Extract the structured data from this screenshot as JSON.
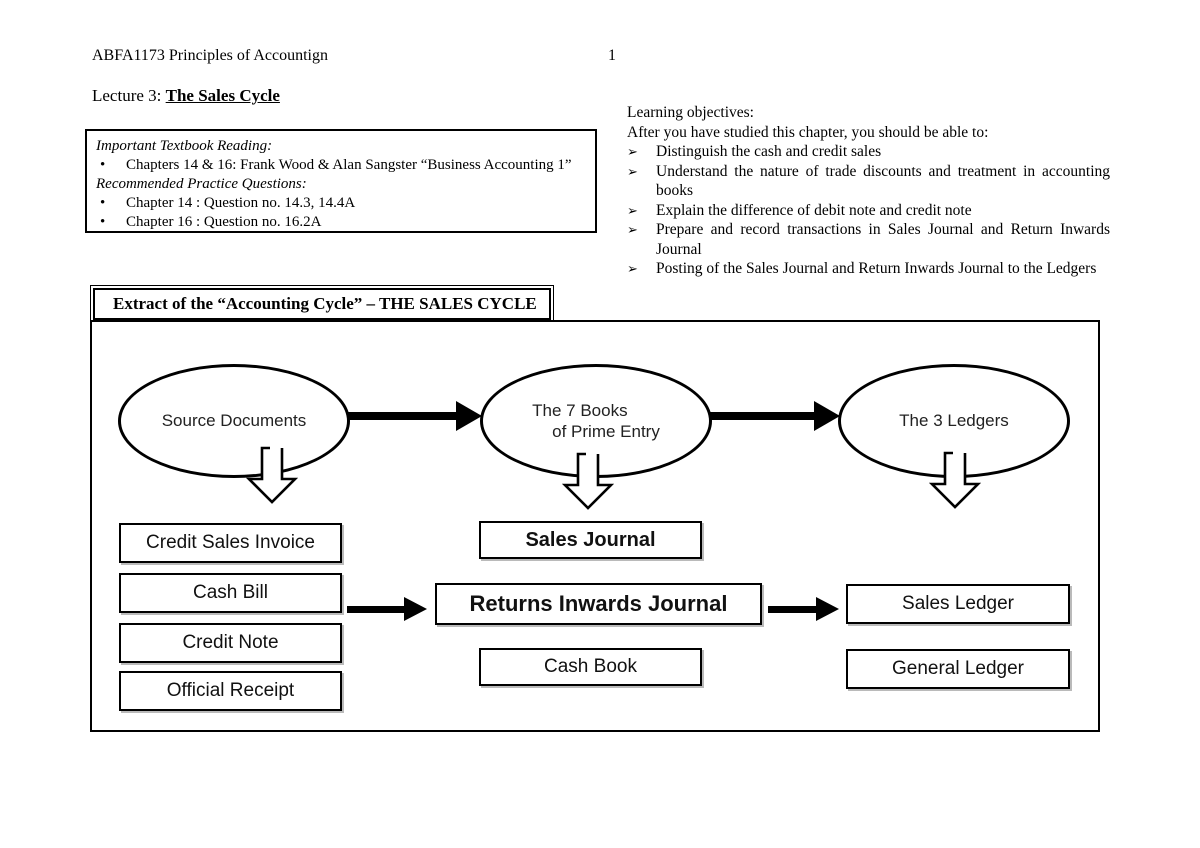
{
  "page": {
    "header": {
      "course": "ABFA1173 Principles of Accountign",
      "page_number": "1"
    },
    "lecture_label": "Lecture 3: ",
    "lecture_title": "The Sales Cycle"
  },
  "reading": {
    "bullet": "•",
    "sections": [
      {
        "heading": "Important Textbook Reading:",
        "items": [
          "Chapters 14 & 16: Frank Wood & Alan Sangster “Business Accounting 1”"
        ]
      },
      {
        "heading": "Recommended Practice Questions:",
        "items": [
          "Chapter 14 : Question no. 14.3, 14.4A",
          "Chapter 16 : Question no. 16.2A"
        ]
      }
    ]
  },
  "objectives": {
    "heading": "Learning objectives:",
    "intro": "After you have studied this chapter, you should be able to:",
    "bullet": "➢",
    "items": [
      "Distinguish the cash and credit sales",
      "Understand the nature of trade discounts and treatment in accounting books",
      "Explain the difference of debit note and credit note",
      "Prepare and record transactions in Sales Journal and Return Inwards Journal",
      "Posting of the Sales Journal and Return Inwards Journal to the Ledgers"
    ]
  },
  "diagram": {
    "title": "Extract of the “Accounting Cycle” – THE SALES CYCLE",
    "ellipses": {
      "source_documents": "Source Documents",
      "prime_entry_line1": "The 7 Books",
      "prime_entry_line2": "of Prime Entry",
      "ledgers": "The 3 Ledgers"
    },
    "source_document_boxes": [
      "Credit Sales Invoice",
      "Cash Bill",
      "Credit Note",
      "Official Receipt"
    ],
    "prime_entry_boxes": [
      "Sales Journal",
      "Returns Inwards Journal",
      "Cash Book"
    ],
    "ledger_boxes": [
      "Sales Ledger",
      "General Ledger"
    ]
  }
}
